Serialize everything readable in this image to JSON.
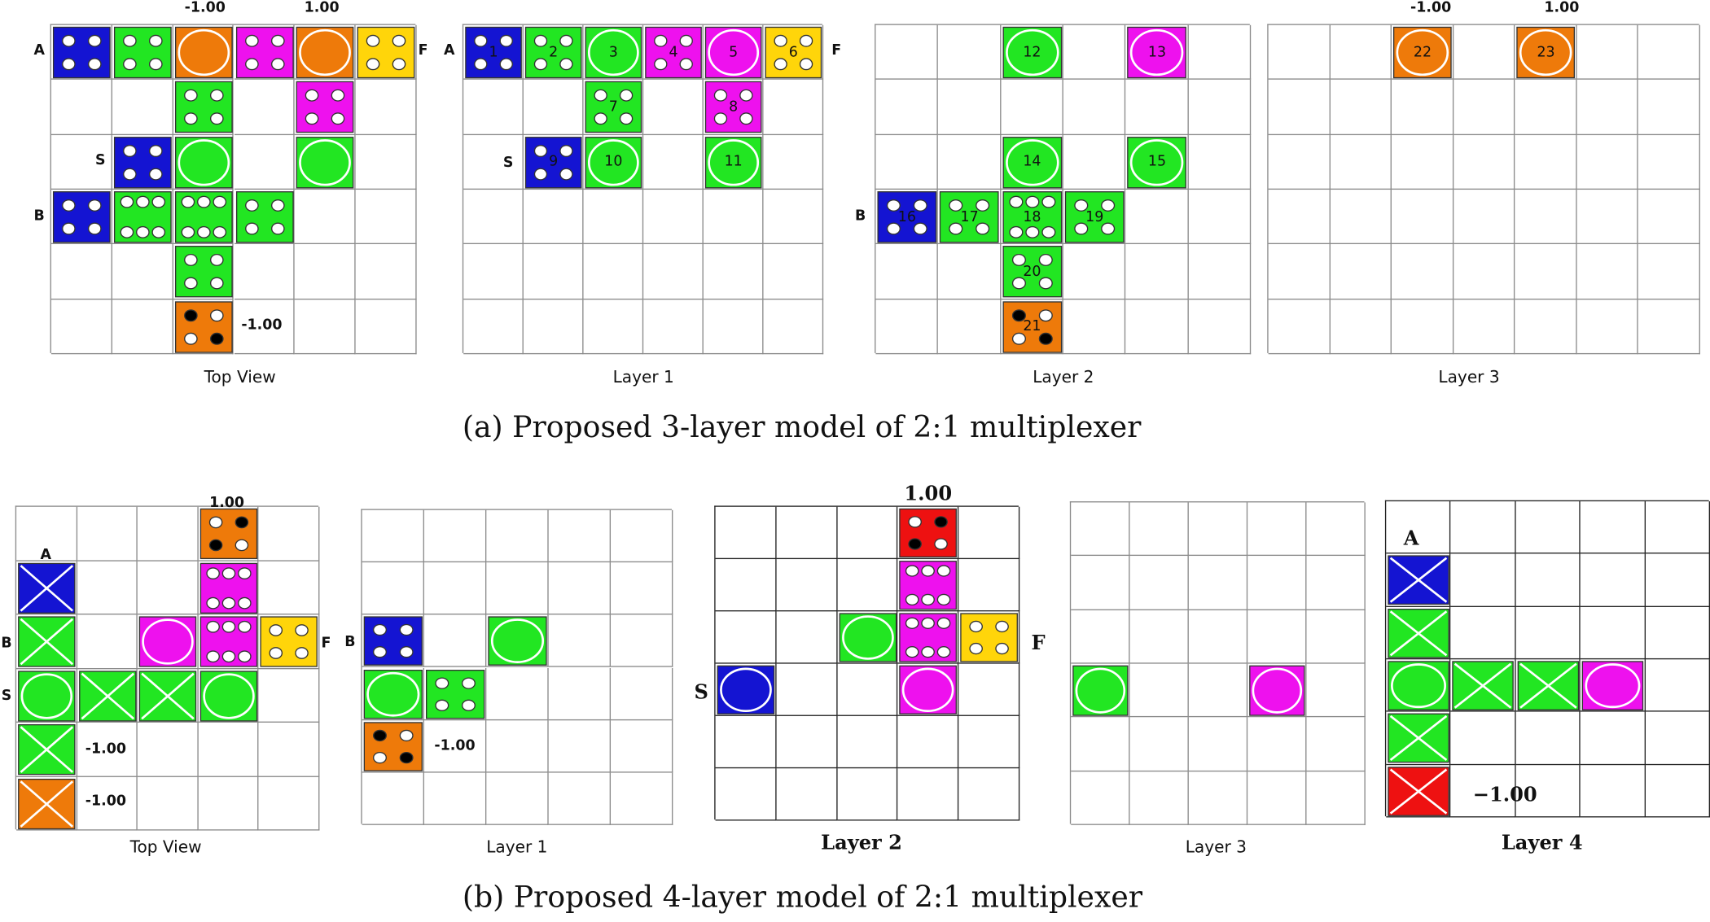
{
  "colors": {
    "blue": "#1414d2",
    "green": "#22e622",
    "magenta": "#ee11ee",
    "orange": "#ee7a0a",
    "yellow": "#ffd50a",
    "red": "#ee1111"
  },
  "captions": {
    "a": "(a) Proposed 3-layer model of 2:1 multiplexer",
    "b": "(b) Proposed 4-layer model of 2:1 multiplexer"
  },
  "panels": [
    {
      "id": "a-top",
      "title": "Top View",
      "dark": false,
      "labels": [
        {
          "text": "A"
        },
        {
          "text": "F"
        },
        {
          "text": "S"
        },
        {
          "text": "B"
        },
        {
          "text": "-1.00"
        },
        {
          "text": "1.00"
        },
        {
          "text": "-1.00"
        }
      ],
      "cells": [
        {
          "r": 0,
          "c": 0,
          "color": "blue",
          "shape": "dots4"
        },
        {
          "r": 0,
          "c": 1,
          "color": "green",
          "shape": "dots4"
        },
        {
          "r": 0,
          "c": 2,
          "color": "orange",
          "shape": "circle"
        },
        {
          "r": 0,
          "c": 3,
          "color": "magenta",
          "shape": "dots4"
        },
        {
          "r": 0,
          "c": 4,
          "color": "orange",
          "shape": "circle"
        },
        {
          "r": 0,
          "c": 5,
          "color": "yellow",
          "shape": "dots4"
        },
        {
          "r": 1,
          "c": 2,
          "color": "green",
          "shape": "dots4"
        },
        {
          "r": 1,
          "c": 4,
          "color": "magenta",
          "shape": "dots4"
        },
        {
          "r": 2,
          "c": 1,
          "color": "blue",
          "shape": "dots4"
        },
        {
          "r": 2,
          "c": 2,
          "color": "green",
          "shape": "circle"
        },
        {
          "r": 2,
          "c": 4,
          "color": "green",
          "shape": "circle"
        },
        {
          "r": 3,
          "c": 0,
          "color": "blue",
          "shape": "dots4"
        },
        {
          "r": 3,
          "c": 1,
          "color": "green",
          "shape": "dots6"
        },
        {
          "r": 3,
          "c": 2,
          "color": "green",
          "shape": "dots6"
        },
        {
          "r": 3,
          "c": 3,
          "color": "green",
          "shape": "dots4"
        },
        {
          "r": 4,
          "c": 2,
          "color": "green",
          "shape": "dots4"
        },
        {
          "r": 5,
          "c": 2,
          "color": "orange",
          "shape": "dots4black2"
        }
      ]
    },
    {
      "id": "a-l1",
      "title": "Layer 1",
      "dark": false,
      "labels": [
        {
          "text": "A"
        },
        {
          "text": "F"
        },
        {
          "text": "S"
        }
      ],
      "cells": [
        {
          "r": 0,
          "c": 0,
          "color": "blue",
          "shape": "dots4",
          "num": "1"
        },
        {
          "r": 0,
          "c": 1,
          "color": "green",
          "shape": "dots4",
          "num": "2"
        },
        {
          "r": 0,
          "c": 2,
          "color": "green",
          "shape": "circle",
          "num": "3"
        },
        {
          "r": 0,
          "c": 3,
          "color": "magenta",
          "shape": "dots4",
          "num": "4"
        },
        {
          "r": 0,
          "c": 4,
          "color": "magenta",
          "shape": "circle",
          "num": "5"
        },
        {
          "r": 0,
          "c": 5,
          "color": "yellow",
          "shape": "dots4",
          "num": "6"
        },
        {
          "r": 1,
          "c": 2,
          "color": "green",
          "shape": "dots4",
          "num": "7"
        },
        {
          "r": 1,
          "c": 4,
          "color": "magenta",
          "shape": "dots4",
          "num": "8"
        },
        {
          "r": 2,
          "c": 1,
          "color": "blue",
          "shape": "dots4",
          "num": "9"
        },
        {
          "r": 2,
          "c": 2,
          "color": "green",
          "shape": "circle",
          "num": "10"
        },
        {
          "r": 2,
          "c": 4,
          "color": "green",
          "shape": "circle",
          "num": "11"
        }
      ]
    },
    {
      "id": "a-l2",
      "title": "Layer 2",
      "dark": false,
      "labels": [
        {
          "text": "B"
        }
      ],
      "cells": [
        {
          "r": 0,
          "c": 2,
          "color": "green",
          "shape": "circle",
          "num": "12"
        },
        {
          "r": 0,
          "c": 4,
          "color": "magenta",
          "shape": "circle",
          "num": "13"
        },
        {
          "r": 2,
          "c": 2,
          "color": "green",
          "shape": "circle",
          "num": "14"
        },
        {
          "r": 2,
          "c": 4,
          "color": "green",
          "shape": "circle",
          "num": "15"
        },
        {
          "r": 3,
          "c": 0,
          "color": "blue",
          "shape": "dots4",
          "num": "16"
        },
        {
          "r": 3,
          "c": 1,
          "color": "green",
          "shape": "dots4",
          "num": "17"
        },
        {
          "r": 3,
          "c": 2,
          "color": "green",
          "shape": "dots6",
          "num": "18"
        },
        {
          "r": 3,
          "c": 3,
          "color": "green",
          "shape": "dots4",
          "num": "19"
        },
        {
          "r": 4,
          "c": 2,
          "color": "green",
          "shape": "dots4",
          "num": "20"
        },
        {
          "r": 5,
          "c": 2,
          "color": "orange",
          "shape": "dots4black2",
          "num": "21"
        }
      ]
    },
    {
      "id": "a-l3",
      "title": "Layer 3",
      "dark": false,
      "labels": [
        {
          "text": "-1.00"
        },
        {
          "text": "1.00"
        }
      ],
      "cells": [
        {
          "r": 0,
          "c": 2,
          "color": "orange",
          "shape": "circle",
          "num": "22"
        },
        {
          "r": 0,
          "c": 4,
          "color": "orange",
          "shape": "circle",
          "num": "23"
        }
      ]
    },
    {
      "id": "b-top",
      "title": "Top View",
      "dark": false,
      "labels": [
        {
          "text": "1.00"
        },
        {
          "text": "A"
        },
        {
          "text": "B"
        },
        {
          "text": "F"
        },
        {
          "text": "S"
        },
        {
          "text": "-1.00"
        },
        {
          "text": "-1.00"
        }
      ],
      "cells": [
        {
          "r": 0,
          "c": 3,
          "color": "orange",
          "shape": "dots4black3"
        },
        {
          "r": 1,
          "c": 0,
          "color": "blue",
          "shape": "cross"
        },
        {
          "r": 1,
          "c": 3,
          "color": "magenta",
          "shape": "dots6"
        },
        {
          "r": 2,
          "c": 0,
          "color": "green",
          "shape": "cross"
        },
        {
          "r": 2,
          "c": 2,
          "color": "magenta",
          "shape": "circle"
        },
        {
          "r": 2,
          "c": 3,
          "color": "magenta",
          "shape": "dots6"
        },
        {
          "r": 2,
          "c": 4,
          "color": "yellow",
          "shape": "dots4"
        },
        {
          "r": 3,
          "c": 0,
          "color": "green",
          "shape": "circle"
        },
        {
          "r": 3,
          "c": 1,
          "color": "green",
          "shape": "cross"
        },
        {
          "r": 3,
          "c": 2,
          "color": "green",
          "shape": "cross"
        },
        {
          "r": 3,
          "c": 3,
          "color": "green",
          "shape": "circle"
        },
        {
          "r": 4,
          "c": 0,
          "color": "green",
          "shape": "cross"
        },
        {
          "r": 5,
          "c": 0,
          "color": "orange",
          "shape": "cross"
        }
      ]
    },
    {
      "id": "b-l1",
      "title": "Layer 1",
      "dark": false,
      "labels": [
        {
          "text": "B"
        },
        {
          "text": "-1.00"
        }
      ],
      "cells": [
        {
          "r": 2,
          "c": 0,
          "color": "blue",
          "shape": "dots4"
        },
        {
          "r": 2,
          "c": 2,
          "color": "green",
          "shape": "circle"
        },
        {
          "r": 3,
          "c": 0,
          "color": "green",
          "shape": "circle"
        },
        {
          "r": 3,
          "c": 1,
          "color": "green",
          "shape": "dots4"
        },
        {
          "r": 4,
          "c": 0,
          "color": "orange",
          "shape": "dots4black2"
        }
      ]
    },
    {
      "id": "b-l2",
      "title": "Layer 2",
      "dark": true,
      "labels": [
        {
          "text": "1.00"
        },
        {
          "text": "F"
        },
        {
          "text": "S"
        }
      ],
      "cells": [
        {
          "r": 0,
          "c": 3,
          "color": "red",
          "shape": "dots4black3"
        },
        {
          "r": 1,
          "c": 3,
          "color": "magenta",
          "shape": "dots6"
        },
        {
          "r": 2,
          "c": 2,
          "color": "green",
          "shape": "circle"
        },
        {
          "r": 2,
          "c": 3,
          "color": "magenta",
          "shape": "dots6"
        },
        {
          "r": 2,
          "c": 4,
          "color": "yellow",
          "shape": "dots4"
        },
        {
          "r": 3,
          "c": 0,
          "color": "blue",
          "shape": "circle"
        },
        {
          "r": 3,
          "c": 3,
          "color": "magenta",
          "shape": "circle"
        }
      ]
    },
    {
      "id": "b-l3",
      "title": "Layer 3",
      "dark": false,
      "labels": [],
      "cells": [
        {
          "r": 3,
          "c": 0,
          "color": "green",
          "shape": "circle"
        },
        {
          "r": 3,
          "c": 3,
          "color": "magenta",
          "shape": "circle"
        }
      ]
    },
    {
      "id": "b-l4",
      "title": "Layer 4",
      "dark": true,
      "labels": [
        {
          "text": "A"
        },
        {
          "text": "−1.00"
        }
      ],
      "cells": [
        {
          "r": 1,
          "c": 0,
          "color": "blue",
          "shape": "cross"
        },
        {
          "r": 2,
          "c": 0,
          "color": "green",
          "shape": "cross"
        },
        {
          "r": 3,
          "c": 0,
          "color": "green",
          "shape": "circle"
        },
        {
          "r": 3,
          "c": 1,
          "color": "green",
          "shape": "cross"
        },
        {
          "r": 3,
          "c": 2,
          "color": "green",
          "shape": "cross"
        },
        {
          "r": 3,
          "c": 3,
          "color": "magenta",
          "shape": "circle"
        },
        {
          "r": 4,
          "c": 0,
          "color": "green",
          "shape": "cross"
        },
        {
          "r": 5,
          "c": 0,
          "color": "red",
          "shape": "cross"
        }
      ]
    }
  ]
}
